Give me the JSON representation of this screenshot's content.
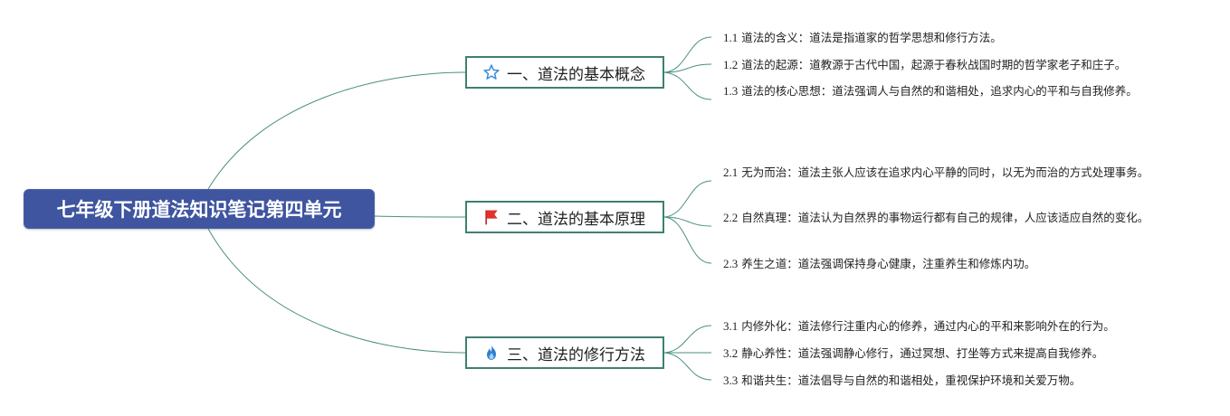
{
  "root": {
    "title": "七年级下册道法知识笔记第四单元"
  },
  "branches": [
    {
      "icon": "star-icon",
      "label": "一、道法的基本概念",
      "leaves": [
        {
          "num": "1.1",
          "text": " 道法的含义：道法是指道家的哲学思想和修行方法。"
        },
        {
          "num": "1.2",
          "text": " 道法的起源：道教源于古代中国，起源于春秋战国时期的哲学家老子和庄子。"
        },
        {
          "num": "1.3",
          "text": " 道法的核心思想：道法强调人与自然的和谐相处，追求内心的平和与自我修养。"
        }
      ]
    },
    {
      "icon": "red-flag-icon",
      "label": "二、道法的基本原理",
      "leaves": [
        {
          "num": "2.1",
          "text": " 无为而治：道法主张人应该在追求内心平静的同时，以无为而治的方式处理事务。"
        },
        {
          "num": "2.2",
          "text": " 自然真理：道法认为自然界的事物运行都有自己的规律，人应该适应自然的变化。"
        },
        {
          "num": "2.3",
          "text": " 养生之道：道法强调保持身心健康，注重养生和修炼内功。"
        }
      ]
    },
    {
      "icon": "flame-icon",
      "label": "三、道法的修行方法",
      "leaves": [
        {
          "num": "3.1",
          "text": " 内修外化：道法修行注重内心的修养，通过内心的平和来影响外在的行为。"
        },
        {
          "num": "3.2",
          "text": " 静心养性：道法强调静心修行，通过冥想、打坐等方式来提高自我修养。"
        },
        {
          "num": "3.3",
          "text": " 和谐共生：道法倡导与自然的和谐相处，重视保护环境和关爱万物。"
        }
      ]
    }
  ],
  "colors": {
    "root_fill": "#3f55a0",
    "branch_border": "#3f7f72",
    "connector": "#4a8f82"
  }
}
